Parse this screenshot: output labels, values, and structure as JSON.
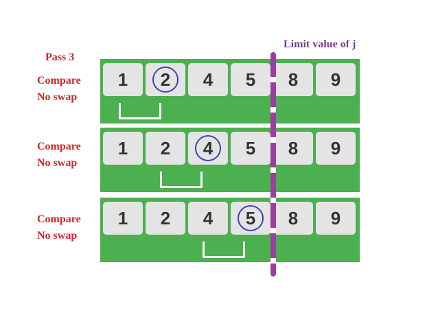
{
  "pass_label": "Pass 3",
  "limit_label": "Limit value of j",
  "colors": {
    "row_background": "#4caf50",
    "cell_background": "#e4e4e4",
    "highlight_circle": "#3a45b0",
    "label_red": "#d9232b",
    "limit_purple": "#9b3f9e"
  },
  "rows": [
    {
      "action_line1": "Compare",
      "action_line2": "No swap",
      "values": [
        "1",
        "2",
        "4",
        "5",
        "8",
        "9"
      ],
      "highlight_index": 1,
      "bracket_between": [
        0,
        1
      ]
    },
    {
      "action_line1": "Compare",
      "action_line2": "No swap",
      "values": [
        "1",
        "2",
        "4",
        "5",
        "8",
        "9"
      ],
      "highlight_index": 2,
      "bracket_between": [
        1,
        2
      ]
    },
    {
      "action_line1": "Compare",
      "action_line2": "No swap",
      "values": [
        "1",
        "2",
        "4",
        "5",
        "8",
        "9"
      ],
      "highlight_index": 3,
      "bracket_between": [
        2,
        3
      ]
    }
  ]
}
